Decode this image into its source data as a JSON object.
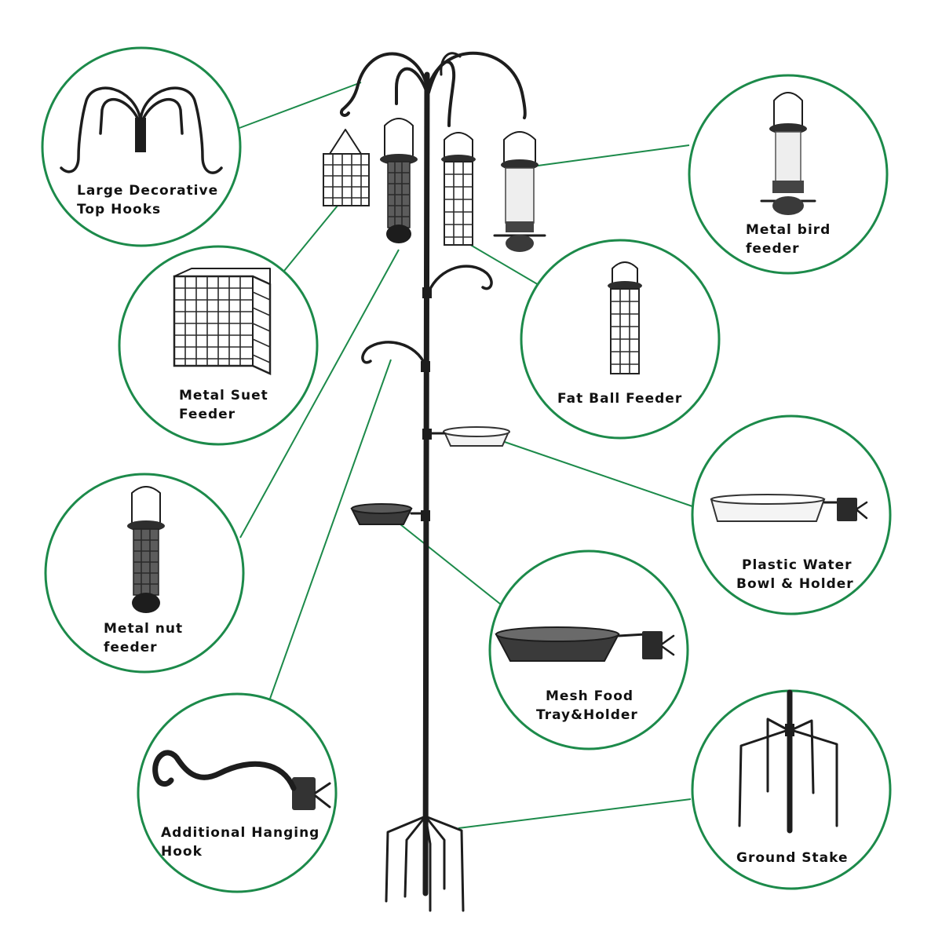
{
  "colors": {
    "accent": "#1c8a4a",
    "metal": "#1d1d1d",
    "background": "#ffffff"
  },
  "parts": [
    {
      "key": "top_hooks",
      "icon": "decorative-hooks-icon",
      "lines": [
        "Large Decorative",
        "Top Hooks"
      ]
    },
    {
      "key": "suet",
      "icon": "suet-cage-icon",
      "lines": [
        "Metal Suet",
        "Feeder"
      ]
    },
    {
      "key": "nut",
      "icon": "nut-feeder-icon",
      "lines": [
        "Metal nut",
        "feeder"
      ]
    },
    {
      "key": "hang_hook",
      "icon": "hanging-hook-icon",
      "lines": [
        "Additional Hanging",
        "Hook"
      ]
    },
    {
      "key": "bird_feeder",
      "icon": "seed-feeder-icon",
      "lines": [
        "Metal bird",
        "feeder"
      ]
    },
    {
      "key": "fat_ball",
      "icon": "fat-ball-feeder-icon",
      "lines": [
        "Fat Ball Feeder"
      ]
    },
    {
      "key": "water",
      "icon": "water-bowl-icon",
      "lines": [
        "Plastic Water",
        "Bowl & Holder"
      ]
    },
    {
      "key": "mesh_tray",
      "icon": "mesh-tray-icon",
      "lines": [
        "Mesh Food",
        "Tray&Holder"
      ]
    },
    {
      "key": "stake",
      "icon": "ground-stake-icon",
      "lines": [
        "Ground Stake"
      ]
    }
  ]
}
